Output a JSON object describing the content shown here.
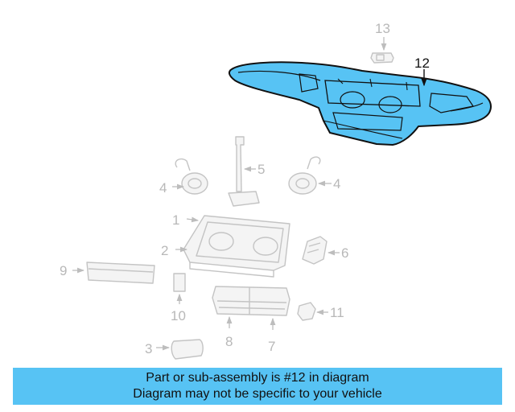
{
  "callouts": {
    "c1": "1",
    "c2": "2",
    "c3": "3",
    "c4a": "4",
    "c4b": "4",
    "c5": "5",
    "c6": "6",
    "c7": "7",
    "c8": "8",
    "c9": "9",
    "c10": "10",
    "c11": "11",
    "c12": "12",
    "c13": "13"
  },
  "highlighted_part": "12",
  "colors": {
    "highlight": "#57c3f4",
    "outline": "#111111",
    "banner": "#57c3f4",
    "inactive": "#c4c4c4"
  },
  "banner": {
    "line1": "Part or sub-assembly is #12 in diagram",
    "line2": "Diagram may not be specific to your vehicle"
  }
}
